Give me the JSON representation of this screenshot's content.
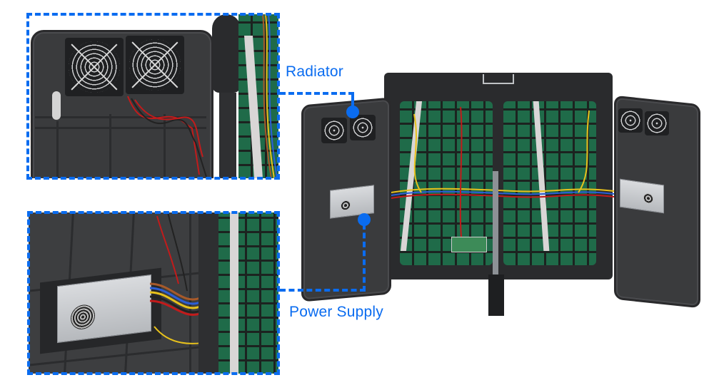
{
  "figure": {
    "description": "LED display cabinet rear view with both doors open, with callout insets",
    "accent_color": "#0a6cf0"
  },
  "callouts": [
    {
      "id": "radiator",
      "label": "Radiator",
      "target": "cooling fans on left door"
    },
    {
      "id": "power_supply",
      "label": "Power Supply",
      "target": "power supply unit on left door"
    }
  ],
  "insets": [
    {
      "id": "radiator-inset",
      "subject": "Close-up of two grilled cooling fans on the door panel"
    },
    {
      "id": "power-supply-inset",
      "subject": "Close-up of power supply unit with wiring harness"
    }
  ],
  "colors": {
    "callout_blue": "#0a6cf0",
    "panel_dark": "#3d3e40",
    "module_green": "#1f6b49",
    "psu_silver": "#c8cbcf"
  }
}
